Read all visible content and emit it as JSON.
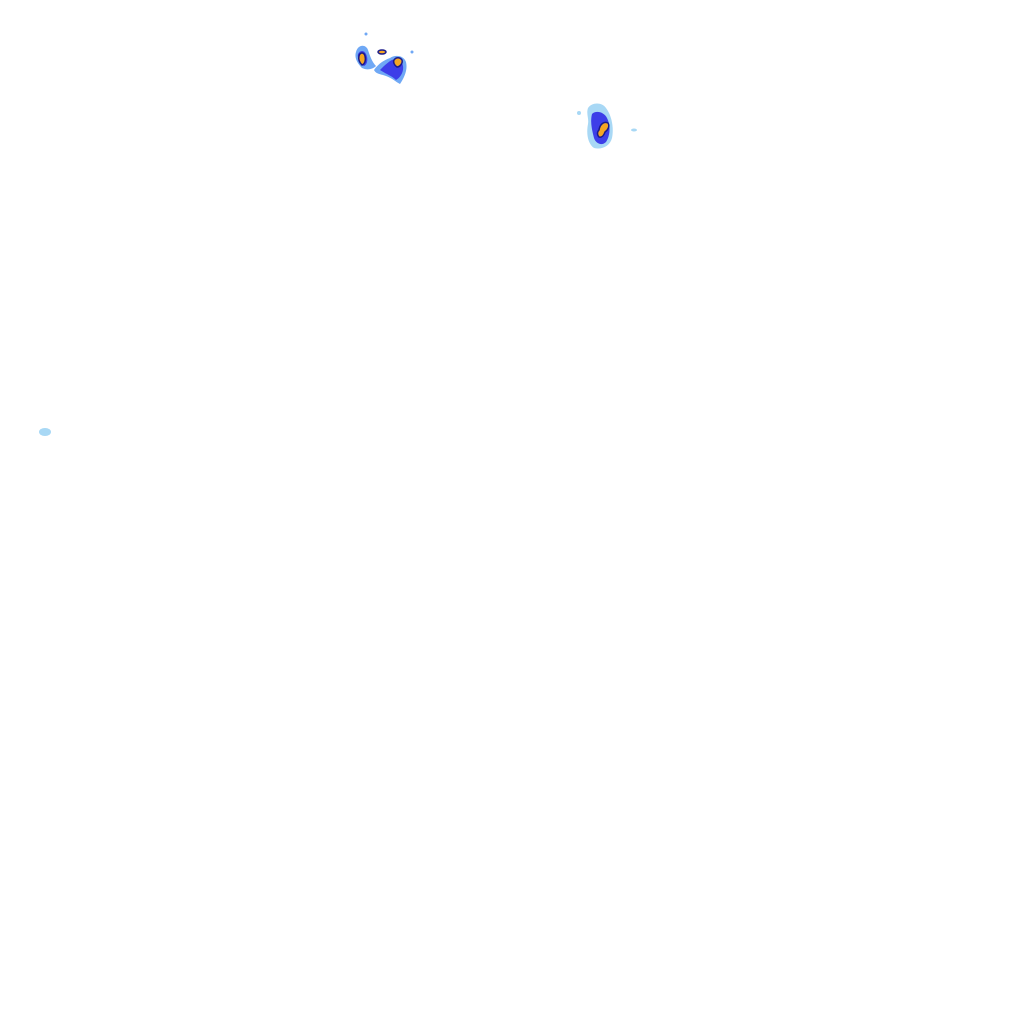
{
  "radar_overlay": {
    "legend_shown": false,
    "background_color": "#ffffff",
    "intensity_palette": {
      "very_light": "#a8d8f5",
      "light": "#6fa8f5",
      "moderate": "#3d3ee8",
      "heavy": "#1a1a8a",
      "very_heavy_core": "#f5a623",
      "core_outline": "#b00000"
    },
    "cells": [
      {
        "name": "echo-cluster-north-west",
        "peak_intensity": "very_heavy_core"
      },
      {
        "name": "echo-cluster-north-east",
        "peak_intensity": "very_heavy_core"
      },
      {
        "name": "echo-speck-west",
        "peak_intensity": "very_light"
      }
    ]
  }
}
